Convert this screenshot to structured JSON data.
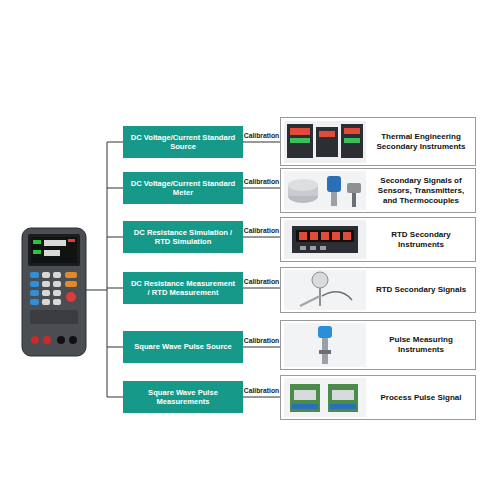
{
  "diagram": {
    "nodes": [
      {
        "text": [
          "DC Voltage/Current Standard Source"
        ]
      },
      {
        "text": [
          "Thermal Engineering Secondary Instruments"
        ]
      },
      {
        "text": [
          "DC Voltage/Current Standard Meter"
        ]
      },
      {
        "text": [
          "Secondary Signals of Sensors, Transmitters, and Thermocouples"
        ]
      },
      {
        "text": [
          "DC Resistance Simulation / RTD Simulation"
        ]
      },
      {
        "text": [
          "RTD Secondary Instruments"
        ]
      },
      {
        "text": [
          "DC Resistance Measurement / RTD Measurement"
        ]
      },
      {
        "text": [
          "RTD Secondary Signals"
        ]
      },
      {
        "text": [
          "Square Wave Pulse Source"
        ]
      },
      {
        "text": [
          "Pulse Measuring Instruments"
        ]
      },
      {
        "text": [
          "Square Wave Pulse Measurements"
        ]
      },
      {
        "text": [
          "Process Pulse Signal"
        ]
      }
    ],
    "edges": [
      {
        "from": 0,
        "to": 1,
        "label": "Calibration",
        "arrow": "none"
      },
      {
        "from": 2,
        "to": 3,
        "label": "Calibration",
        "arrow": "none"
      },
      {
        "from": 4,
        "to": 5,
        "label": "Calibration",
        "arrow": "none"
      },
      {
        "from": 6,
        "to": 7,
        "label": "Calibration",
        "arrow": "none"
      },
      {
        "from": 8,
        "to": 9,
        "label": "Calibration",
        "arrow": "none"
      },
      {
        "from": 10,
        "to": 11,
        "label": "Calibration",
        "arrow": "none"
      }
    ]
  }
}
